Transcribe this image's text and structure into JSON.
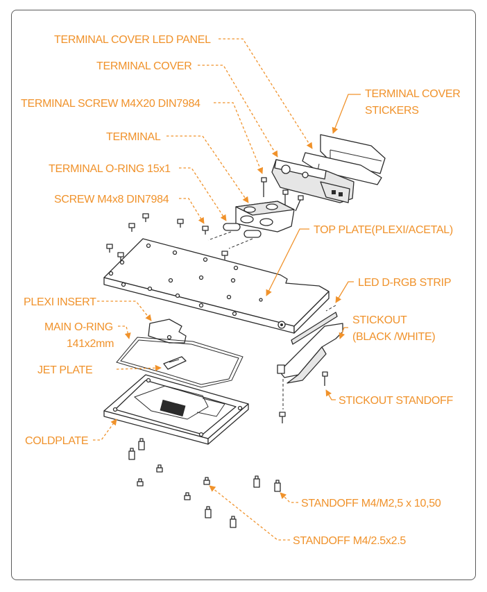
{
  "accent_color": "#f0922b",
  "line_color": "#2b2b2b",
  "labels": {
    "terminal_cover_led_panel": "TERMINAL COVER LED PANEL",
    "terminal_cover": "TERMINAL COVER",
    "terminal_screw": "TERMINAL SCREW M4X20 DIN7984",
    "terminal_cover_stickers_1": "TERMINAL COVER",
    "terminal_cover_stickers_2": "STICKERS",
    "terminal": "TERMINAL",
    "terminal_o_ring": "TERMINAL O-RING 15x1",
    "screw_m4x8": "SCREW M4x8 DIN7984",
    "top_plate": "TOP PLATE(PLEXI/ACETAL)",
    "led_strip": "LED D-RGB STRIP",
    "plexi_insert": "PLEXI INSERT",
    "stickout_1": "STICKOUT",
    "stickout_2": "(BLACK /WHITE)",
    "main_o_ring_1": "MAIN O-RING",
    "main_o_ring_2": "141x2mm",
    "jet_plate": "JET PLATE",
    "stickout_standoff": "STICKOUT STANDOFF",
    "coldplate": "COLDPLATE",
    "standoff_m4_m25": "STANDOFF M4/M2,5 x 10,50",
    "standoff_m4_25": "STANDOFF M4/2.5x2.5"
  }
}
